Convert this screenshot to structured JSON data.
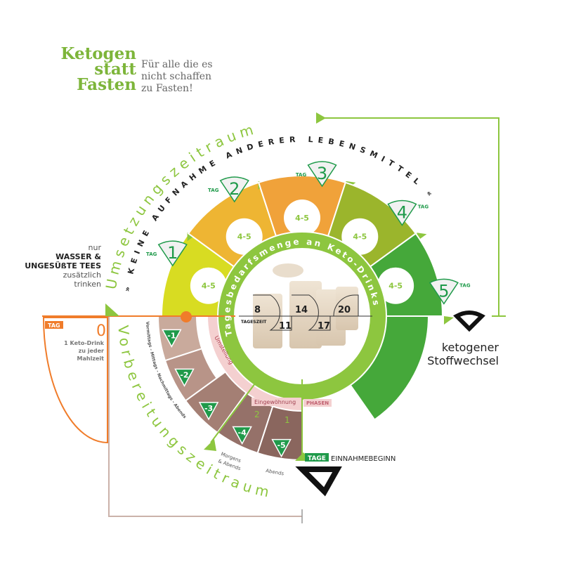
{
  "title": {
    "line1": "Ketogen",
    "line2": "statt",
    "line3": "Fasten"
  },
  "subtitle": {
    "line1": "Für alle die es",
    "line2": "nicht schaffen",
    "line3": "zu Fasten!"
  },
  "arc_labels": {
    "umsetzung": "Umsetzungszeitraum",
    "keine": "» KEINE AUFNAHME ANDERER LEBENSMITTEL «",
    "vorbereitung": "Vorbereitungszeitraum",
    "tagesbedarf": "Tagesbedarfsmenge an Keto-Drinks",
    "tageszeiten": "Vormittags - Mittags - Nachmittags - Abends",
    "umstellung": "Umstellung",
    "eingewoehnung": "Eingewöhnung"
  },
  "note": {
    "nur": "nur",
    "wasser": "WASSER &",
    "tees": "UNGESÜßTE TEES",
    "zusaetzlich": "zusätzlich",
    "trinken": "trinken"
  },
  "tag0": {
    "tag_label": "TAG",
    "number": "0",
    "line1": "1 Keto-Drink",
    "line2": "zu jeder",
    "line3": "Mahlzeit"
  },
  "days": [
    {
      "tag": "TAG",
      "number": "1",
      "amount": "4-5",
      "color": "#d8dc22"
    },
    {
      "tag": "TAG",
      "number": "2",
      "amount": "4-5",
      "color": "#eeb533"
    },
    {
      "tag": "TAG",
      "number": "3",
      "amount": "4-5",
      "color": "#f0a23a"
    },
    {
      "tag": "TAG",
      "number": "4",
      "amount": "4-5",
      "color": "#9bb52c"
    },
    {
      "tag": "TAG",
      "number": "5",
      "amount": "4-5",
      "color": "#45a83a"
    }
  ],
  "prep_days": [
    {
      "number": "-1"
    },
    {
      "number": "-2"
    },
    {
      "number": "-3"
    },
    {
      "number": "-4"
    },
    {
      "number": "-5"
    }
  ],
  "prep_labels": {
    "morgens": "Morgens",
    "abends1": "& Abends",
    "abends2": "Abends"
  },
  "phase_numbers": [
    "2",
    "1"
  ],
  "phasen": "PHASEN",
  "tageszeit": {
    "label": "TAGESZEIT",
    "times": [
      "8",
      "11",
      "14",
      "17",
      "20"
    ]
  },
  "einnahme": {
    "tage": "TAGE",
    "label": "EINNAHMEBEGINN"
  },
  "ketogen": {
    "line1": "ketogener",
    "line2": "Stoffwechsel"
  },
  "colors": {
    "green": "#8dc63f",
    "orange": "#f07c2a",
    "brown": "#8f6f66",
    "pink": "#f4d0d0",
    "darkgreen": "#1f9a4a"
  }
}
